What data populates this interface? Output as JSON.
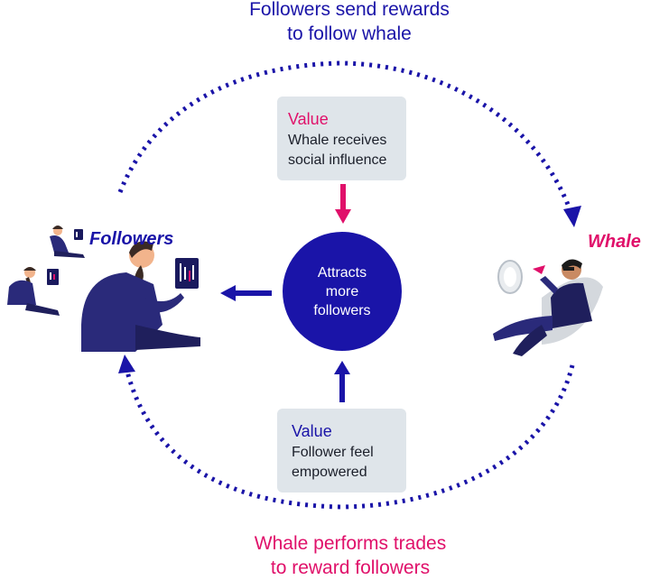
{
  "top_caption": [
    "Followers send rewards",
    "to follow whale"
  ],
  "bottom_caption": [
    "Whale performs trades",
    "to reward followers"
  ],
  "value_top": {
    "title": "Value",
    "lines": [
      "Whale receives",
      "social influence"
    ]
  },
  "value_bottom": {
    "title": "Value",
    "lines": [
      "Follower feel",
      "empowered"
    ]
  },
  "center": {
    "lines": [
      "Attracts",
      "more",
      "followers"
    ]
  },
  "followers_label": "Followers",
  "whale_label": "Whale",
  "colors": {
    "navy": "#1a14a8",
    "pink": "#e0106a",
    "box_bg": "#dfe5ea",
    "text_dark": "#1b1f2a"
  }
}
